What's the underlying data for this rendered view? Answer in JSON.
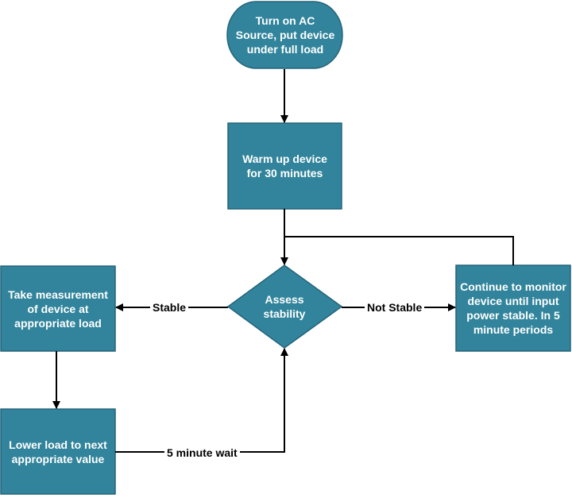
{
  "colors": {
    "node_fill": "#31849b",
    "node_stroke": "#24637a",
    "edge": "#000000",
    "text": "#ffffff"
  },
  "nodes": {
    "start": {
      "shape": "terminator",
      "label": "Turn on AC Source, put device under full load"
    },
    "warmup": {
      "shape": "process",
      "label": "Warm up device for 30 minutes"
    },
    "assess": {
      "shape": "decision",
      "label": "Assess stability"
    },
    "measure": {
      "shape": "process",
      "label": "Take measurement of device at appropriate load"
    },
    "continue": {
      "shape": "process",
      "label": "Continue to monitor device until input power stable. In 5 minute periods"
    },
    "lower": {
      "shape": "process",
      "label": "Lower load to next appropriate value"
    }
  },
  "edges": {
    "stable": {
      "from": "assess",
      "to": "measure",
      "label": "Stable"
    },
    "not_stable": {
      "from": "assess",
      "to": "continue",
      "label": "Not Stable"
    },
    "wait": {
      "from": "lower",
      "to": "assess",
      "label": "5 minute wait"
    }
  }
}
